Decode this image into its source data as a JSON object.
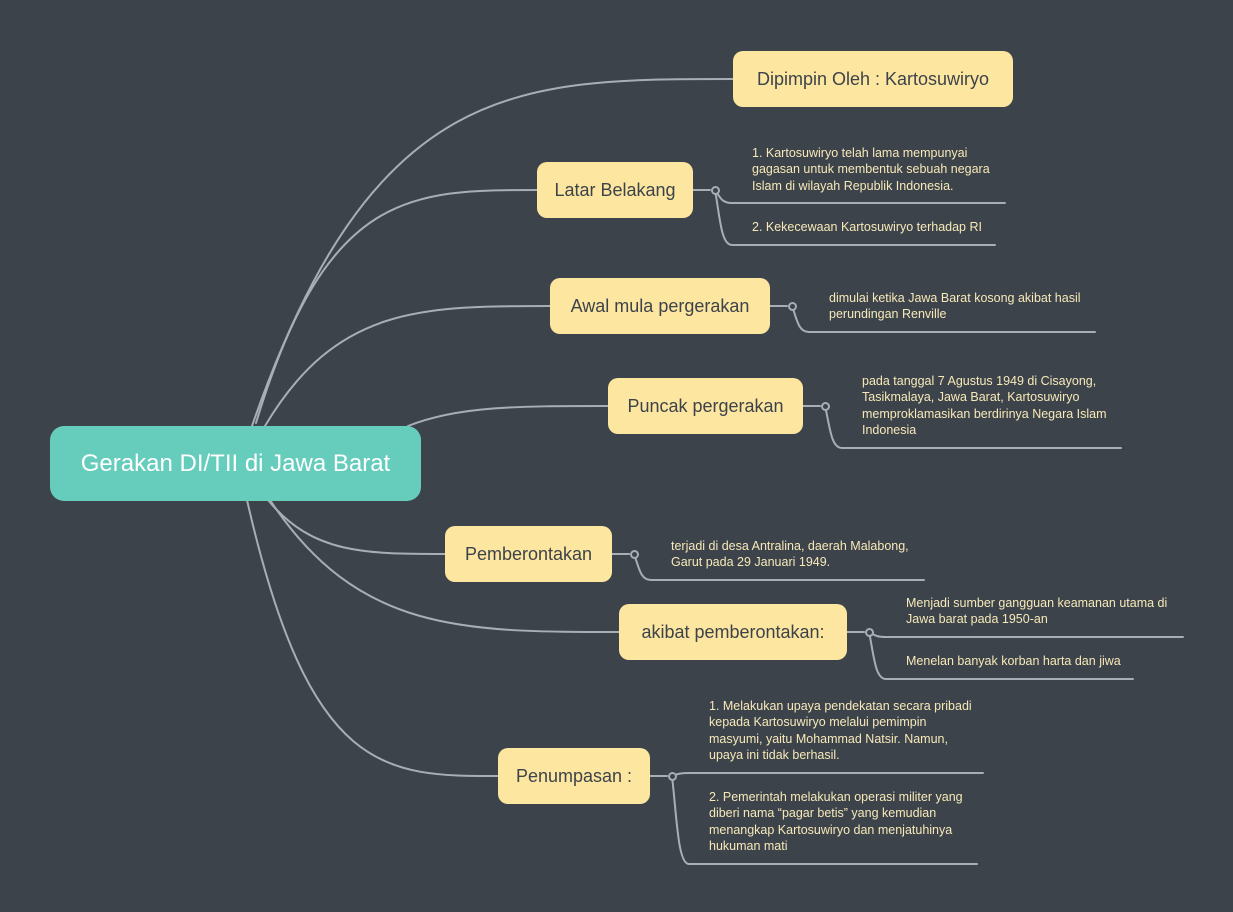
{
  "root": {
    "label": "Gerakan DI/TII di Jawa Barat"
  },
  "colors": {
    "background": "#3d434b",
    "root_fill": "#66ccbc",
    "topic_fill": "#fde69f",
    "connector": "#a9aeb5",
    "leaf_text": "#f6e9b8"
  },
  "branches": [
    {
      "label": "Dipimpin Oleh : Kartosuwiryo",
      "children": []
    },
    {
      "label": "Latar Belakang",
      "children": [
        [
          "1. Kartosuwiryo telah lama mempunyai",
          "gagasan untuk membentuk sebuah negara",
          "Islam di wilayah Republik Indonesia."
        ],
        [
          "2. Kekecewaan Kartosuwiryo terhadap RI"
        ]
      ]
    },
    {
      "label": "Awal mula pergerakan",
      "children": [
        [
          "dimulai ketika Jawa Barat kosong akibat hasil",
          "perundingan Renville"
        ]
      ]
    },
    {
      "label": "Puncak pergerakan",
      "children": [
        [
          "pada tanggal 7 Agustus 1949 di Cisayong,",
          "Tasikmalaya, Jawa Barat, Kartosuwiryo",
          "memproklamasikan berdirinya Negara Islam",
          "Indonesia"
        ]
      ]
    },
    {
      "label": "Pemberontakan",
      "children": [
        [
          "terjadi di desa Antralina, daerah Malabong,",
          "Garut pada 29 Januari 1949."
        ]
      ]
    },
    {
      "label": "akibat pemberontakan:",
      "children": [
        [
          "Menjadi sumber gangguan keamanan utama di",
          "Jawa barat pada 1950-an"
        ],
        [
          "Menelan banyak korban harta dan jiwa"
        ]
      ]
    },
    {
      "label": "Penumpasan :",
      "children": [
        [
          "1. Melakukan upaya pendekatan secara pribadi",
          "kepada Kartosuwiryo melalui pemimpin",
          "masyumi, yaitu Mohammad Natsir. Namun,",
          "upaya ini tidak berhasil."
        ],
        [
          "2. Pemerintah melakukan operasi militer yang",
          "diberi nama “pagar betis” yang kemudian",
          "menangkap Kartosuwiryo dan menjatuhinya",
          "hukuman mati"
        ]
      ]
    }
  ]
}
